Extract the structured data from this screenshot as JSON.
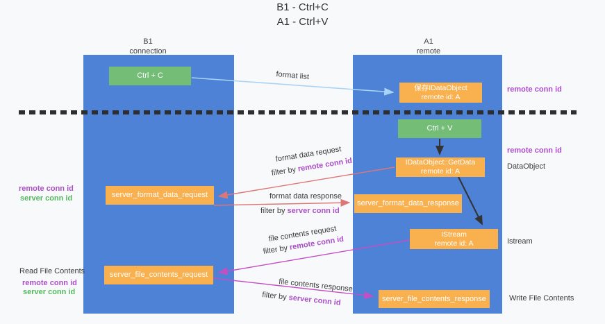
{
  "title": {
    "line1": "B1 - Ctrl+C",
    "line2": "A1 - Ctrl+V"
  },
  "columns": {
    "left": {
      "name": "B1",
      "subtitle": "connection"
    },
    "right": {
      "name": "A1",
      "subtitle": "remote"
    }
  },
  "boxes": {
    "ctrl_c": {
      "label": "Ctrl + C"
    },
    "save_dataobject": {
      "line1": "保存IDataObject",
      "line2": "remote id: A"
    },
    "ctrl_v": {
      "label": "Ctrl + V"
    },
    "getdata": {
      "line1": "IDataObject::GetData",
      "line2": "remote id: A"
    },
    "format_request": {
      "label": "server_format_data_request"
    },
    "format_response": {
      "label": "server_format_data_response"
    },
    "istream": {
      "line1": "IStream",
      "line2": "remote id: A"
    },
    "file_request": {
      "label": "server_file_contents_request"
    },
    "file_response": {
      "label": "server_file_contents_response"
    }
  },
  "side_labels": {
    "right": {
      "remote_conn_id_top": "remote conn id",
      "remote_conn_id_mid": "remote conn id",
      "dataobject": "DataObject",
      "istream": "Istream",
      "write_file_contents": "Write File Contents"
    },
    "left": {
      "remote_conn_id_mid": "remote conn id",
      "server_conn_id_mid": "server conn id",
      "read_file_contents": "Read File Contents",
      "remote_conn_id_bottom": "remote conn id",
      "server_conn_id_bottom": "server conn id"
    }
  },
  "arrow_labels": {
    "format_list": "format list",
    "format_data_request": {
      "line1": "format data request",
      "filter_prefix": "filter by ",
      "filter_key": "remote conn id"
    },
    "format_data_response": {
      "line1": "format data response",
      "filter_prefix": "filter by ",
      "filter_key": "server conn id"
    },
    "file_contents_request": {
      "line1": "file contents request",
      "filter_prefix": "filter by ",
      "filter_key": "remote conn id"
    },
    "file_contents_response": {
      "line1": "file contents response",
      "filter_prefix": "filter by ",
      "filter_key": "server conn id"
    }
  },
  "colors": {
    "column_blue": "#4e82d6",
    "box_green": "#74bd77",
    "box_orange": "#f9b04e",
    "highlight_purple": "#ab4fc8",
    "highlight_green": "#55b85f",
    "arrow_red": "#dd7777",
    "arrow_magenta": "#c44fc4",
    "arrow_light_blue": "#a9d3f5",
    "arrow_black": "#333333",
    "background": "#f8f9fa"
  }
}
